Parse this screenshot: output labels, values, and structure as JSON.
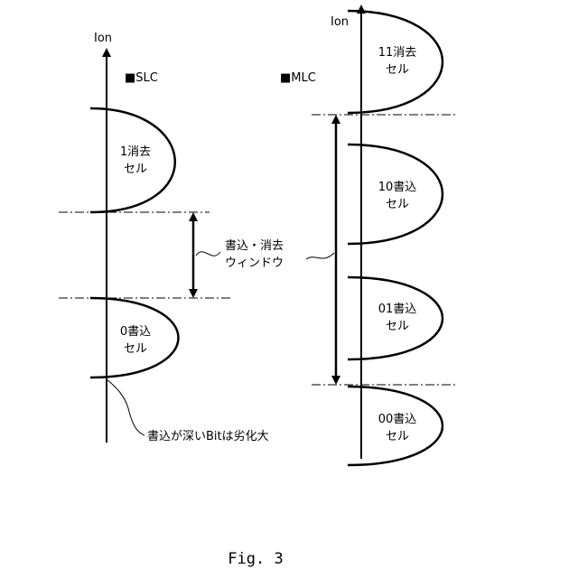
{
  "slc": {
    "axis_label": "Ion",
    "legend": "■SLC",
    "cells": [
      {
        "line1": "1消去",
        "line2": "セル"
      },
      {
        "line1": "0書込",
        "line2": "セル"
      }
    ],
    "window_label_1": "書込・消去",
    "window_label_2": "ウィンドウ",
    "annotation": "書込が深いBitは劣化大"
  },
  "mlc": {
    "axis_label": "Ion",
    "legend": "■MLC",
    "cells": [
      {
        "line1": "11消去",
        "line2": "セル"
      },
      {
        "line1": "10書込",
        "line2": "セル"
      },
      {
        "line1": "01書込",
        "line2": "セル"
      },
      {
        "line1": "00書込",
        "line2": "セル"
      }
    ]
  },
  "caption": "Fig. 3"
}
